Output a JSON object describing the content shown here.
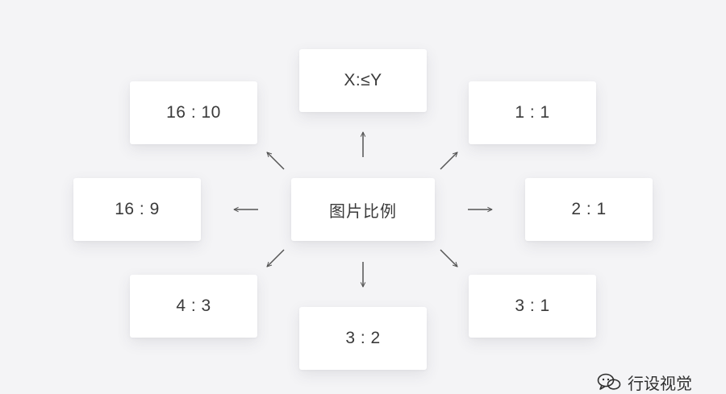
{
  "diagram": {
    "center_label": "图片比例",
    "nodes": {
      "top": "X:≤Y",
      "top_left": "16 : 10",
      "top_right": "1 : 1",
      "left": "16 : 9",
      "right": "2 : 1",
      "bottom_left": "4 : 3",
      "bottom": "3 : 2",
      "bottom_right": "3 : 1"
    },
    "colors": {
      "background": "#f4f4f6",
      "card": "#ffffff",
      "text": "#3a3a3a",
      "arrow": "#555555"
    }
  },
  "watermark": {
    "icon": "wechat-icon",
    "text": "行设视觉"
  }
}
